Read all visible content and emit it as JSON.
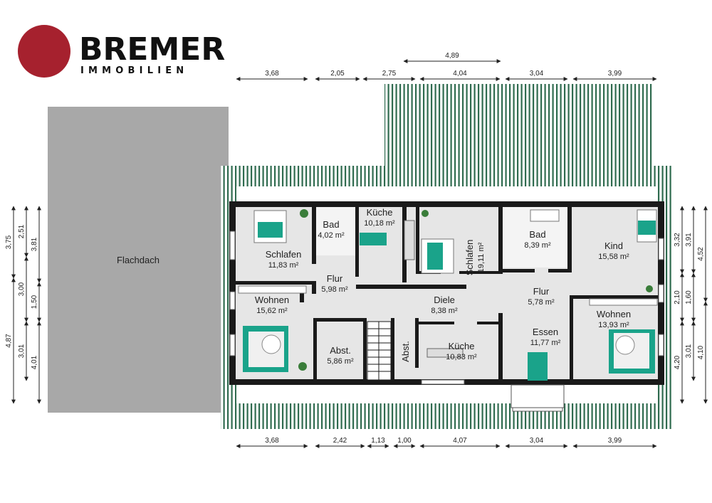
{
  "brand": {
    "name": "BREMER",
    "subtitle": "IMMOBILIEN",
    "logo_color": "#a6212e"
  },
  "colors": {
    "roof_stripe": "#2f6b4f",
    "wall": "#1a1a1a",
    "floor": "#e6e6e6",
    "flat_roof": "#a8a8a8",
    "accent": "#1aa38a"
  },
  "flat_roof_label": "Flachdach",
  "rooms": {
    "schlafen_left": {
      "name": "Schlafen",
      "area": "11,83 m²"
    },
    "bad_left": {
      "name": "Bad",
      "area": "4,02 m²"
    },
    "kueche_top": {
      "name": "Küche",
      "area": "10,18 m²"
    },
    "schlafen_mid": {
      "name": "Schlafen",
      "area": "19,11 m²"
    },
    "bad_right": {
      "name": "Bad",
      "area": "8,39 m²"
    },
    "kind": {
      "name": "Kind",
      "area": "15,58 m²"
    },
    "flur_left": {
      "name": "Flur",
      "area": "5,98 m²"
    },
    "diele": {
      "name": "Diele",
      "area": "8,38 m²"
    },
    "flur_right": {
      "name": "Flur",
      "area": "5,78 m²"
    },
    "wohnen_left": {
      "name": "Wohnen",
      "area": "15,62 m²"
    },
    "wohnen_right": {
      "name": "Wohnen",
      "area": "13,93 m²"
    },
    "abst_left": {
      "name": "Abst.",
      "area": "5,86 m²"
    },
    "abst_mid": {
      "name": "Abst."
    },
    "kueche_bottom": {
      "name": "Küche",
      "area": "10,83 m²"
    },
    "essen": {
      "name": "Essen",
      "area": "11,77 m²"
    }
  },
  "dimensions": {
    "top_over": "4,89",
    "top": [
      "3,68",
      "2,05",
      "2,75",
      "4,04",
      "3,04",
      "3,99"
    ],
    "bottom": [
      "3,68",
      "2,42",
      "1,13",
      "1,00",
      "4,07",
      "3,04",
      "3,99"
    ],
    "left_outer": [
      "3,75",
      "4,87"
    ],
    "left_mid": [
      "2,51",
      "3,00",
      "3,01"
    ],
    "left_inner": [
      "3,81",
      "1,50",
      "4,01"
    ],
    "right_inner": [
      "3,32",
      "2,10",
      "4,20"
    ],
    "right_mid": [
      "3,91",
      "1,60",
      "3,01"
    ],
    "right_outer": [
      "4,52",
      "4,10"
    ]
  }
}
